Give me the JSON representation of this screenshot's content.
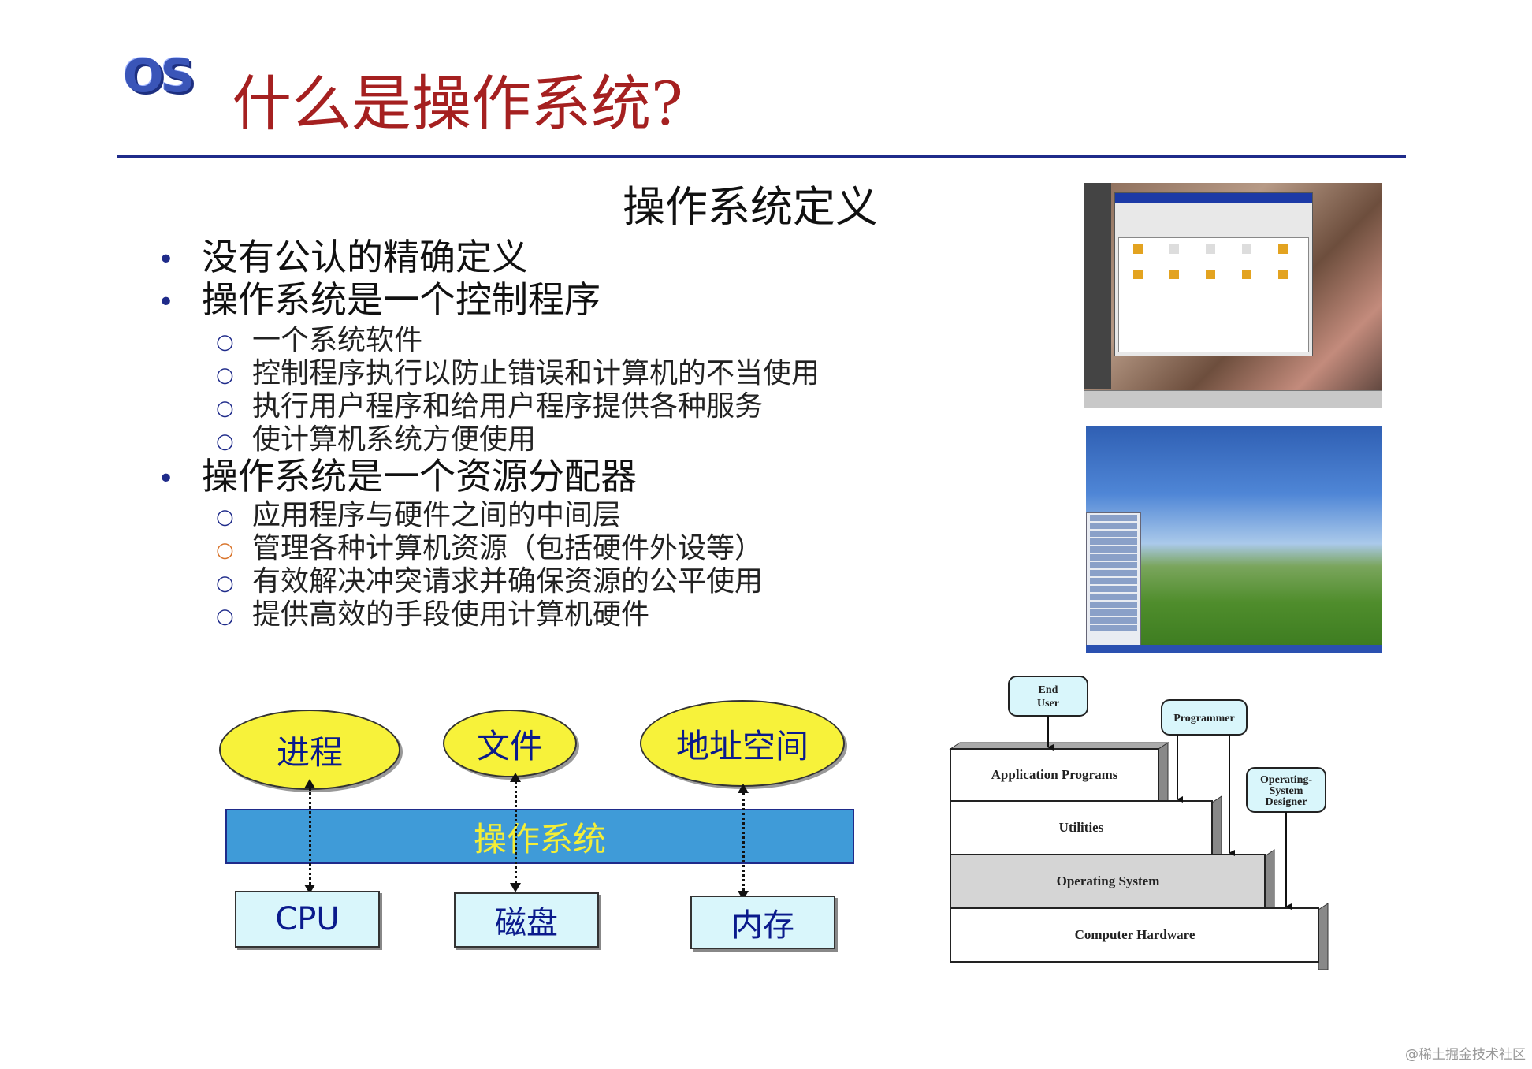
{
  "header": {
    "logo": "OS",
    "title": "什么是操作系统?"
  },
  "subtitle": "操作系统定义",
  "bullets": [
    {
      "text": "没有公认的精确定义",
      "subs": []
    },
    {
      "text": "操作系统是一个控制程序",
      "subs": [
        "一个系统软件",
        "控制程序执行以防止错误和计算机的不当使用",
        "执行用户程序和给用户程序提供各种服务",
        "使计算机系统方便使用"
      ]
    },
    {
      "text": "操作系统是一个资源分配器",
      "subs": [
        "应用程序与硬件之间的中间层",
        "管理各种计算机资源（包括硬件外设等）",
        "有效解决冲突请求并确保资源的公平使用",
        "提供高效的手段使用计算机硬件"
      ]
    }
  ],
  "left_diagram": {
    "top": [
      "进程",
      "文件",
      "地址空间"
    ],
    "middle": "操作系统",
    "bottom": [
      "CPU",
      "磁盘",
      "内存"
    ],
    "oval_color": "#f7f23a",
    "bar_color": "#3f9bd8"
  },
  "right_diagram": {
    "end_user": [
      "End",
      "User"
    ],
    "programmer": "Programmer",
    "designer": [
      "Operating-",
      "System",
      "Designer"
    ],
    "layers": [
      "Application Programs",
      "Utilities",
      "Operating System",
      "Computer Hardware"
    ]
  },
  "watermark": "@稀土掘金技术社区"
}
